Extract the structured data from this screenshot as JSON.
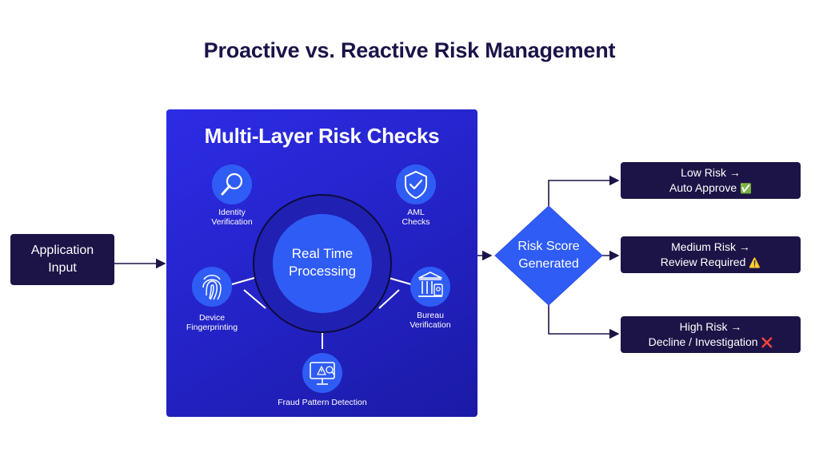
{
  "title": "Proactive vs. Reactive Risk Management",
  "input_box": {
    "line1": "Application",
    "line2": "Input"
  },
  "panel": {
    "title": "Multi-Layer Risk Checks",
    "center": {
      "line1": "Real Time",
      "line2": "Processing"
    },
    "checks": [
      {
        "line1": "Identity",
        "line2": "Verification",
        "icon": "magnifier-icon"
      },
      {
        "line1": "AML",
        "line2": "Checks",
        "icon": "shield-check-icon"
      },
      {
        "line1": "Device",
        "line2": "Fingerprinting",
        "icon": "fingerprint-icon"
      },
      {
        "line1": "Bureau",
        "line2": "Verification",
        "icon": "bank-building-icon"
      },
      {
        "line1": "Fraud Pattern Detection",
        "line2": "",
        "icon": "monitor-alert-icon"
      }
    ]
  },
  "decision": {
    "line1": "Risk Score",
    "line2": "Generated"
  },
  "outcomes": [
    {
      "line1": "Low Risk →",
      "line2": "Auto Approve",
      "symbol": "✅",
      "symbol_color": "#22b14c"
    },
    {
      "line1": "Medium Risk →",
      "line2": "Review Required",
      "symbol": "⚠️",
      "symbol_color": "#f2b100"
    },
    {
      "line1": "High Risk →",
      "line2": "Decline / Investigation",
      "symbol": "❌",
      "symbol_color": "#e0282e"
    }
  ],
  "colors": {
    "dark_box": "#1c1447",
    "panel_blue": "#2424cc",
    "icon_blue": "#2f5cf5",
    "title_text": "#1a1448"
  }
}
